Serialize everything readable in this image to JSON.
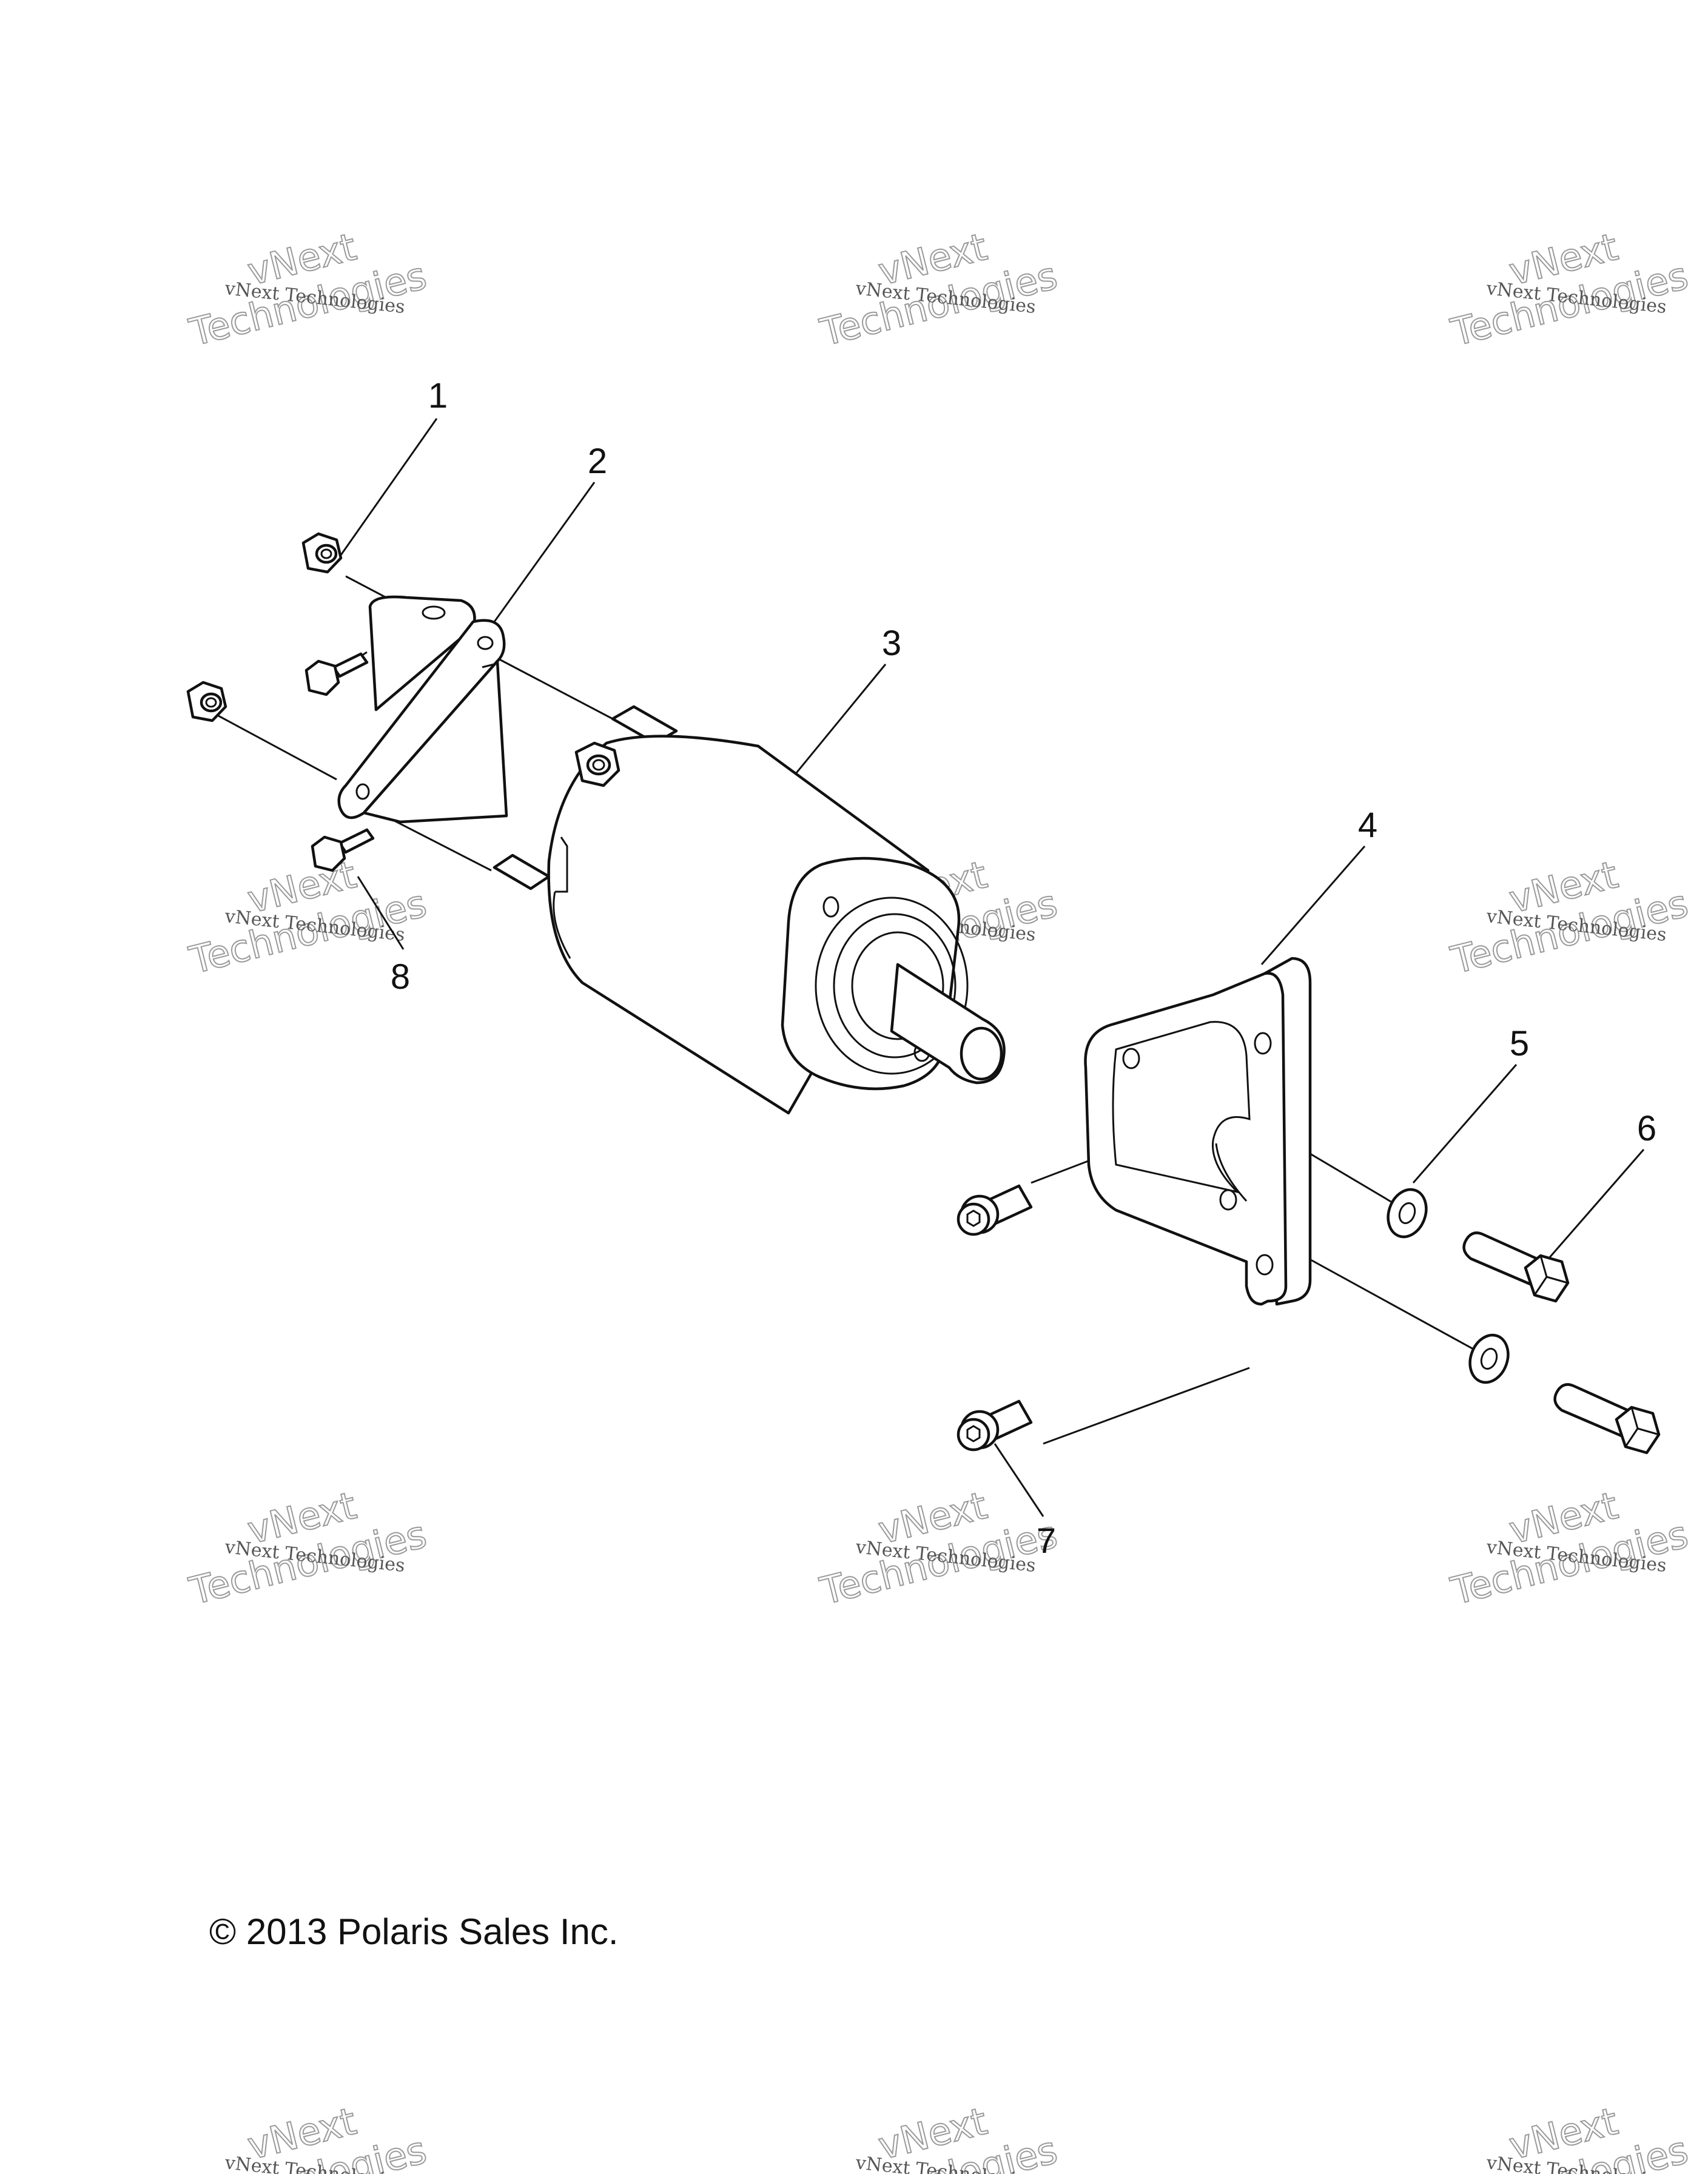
{
  "diagram": {
    "callouts": [
      "1",
      "2",
      "3",
      "4",
      "5",
      "6",
      "7",
      "8"
    ],
    "copyright": "© 2013 Polaris Sales Inc.",
    "watermark": {
      "line1": "vNext Technologies",
      "line2": "vNext",
      "line3": "Technologies"
    }
  }
}
